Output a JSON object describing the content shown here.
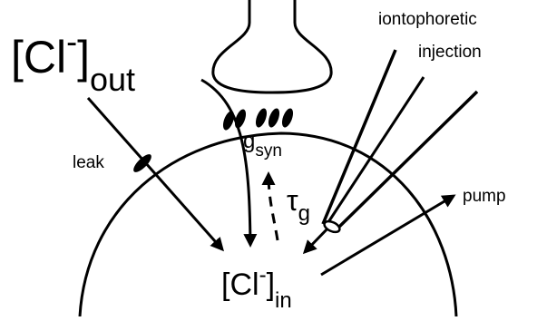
{
  "labels": {
    "cl_out": {
      "bracket_open": "[Cl",
      "superscript": "-",
      "bracket_close": "]",
      "subscript": "out"
    },
    "cl_in": {
      "bracket_open": "[Cl",
      "superscript": "-",
      "bracket_close": "]",
      "subscript": "in"
    },
    "g_syn": {
      "main": "g",
      "subscript": "syn"
    },
    "tau_g": {
      "main": "τ",
      "subscript": "g"
    },
    "leak": "leak",
    "pump": "pump",
    "iontophoretic_line1": "iontophoretic",
    "iontophoretic_line2": "injection"
  },
  "colors": {
    "ink": "#000000",
    "background": "#ffffff"
  }
}
